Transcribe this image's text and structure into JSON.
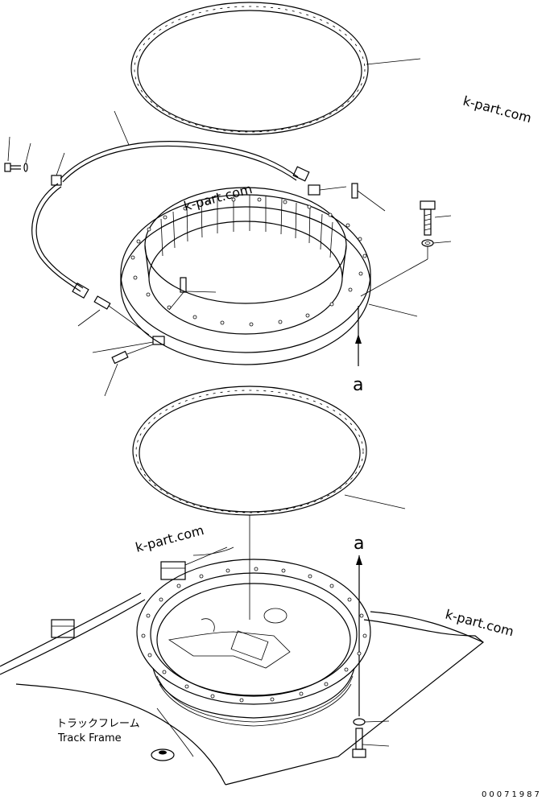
{
  "watermarks": [
    "k-part.com",
    "k-part.com",
    "k-part.com",
    "k-part.com"
  ],
  "view_labels": {
    "upper_arrow": "a",
    "lower_arrow": "a"
  },
  "frame_label": {
    "japanese": "トラックフレーム",
    "english": "Track Frame"
  },
  "part_number": "00071987",
  "icons": [
    "seal-ring",
    "swing-circle",
    "grease-hose",
    "bolt",
    "washer",
    "dowel-pin",
    "grease-fitting",
    "clamp",
    "track-frame"
  ]
}
